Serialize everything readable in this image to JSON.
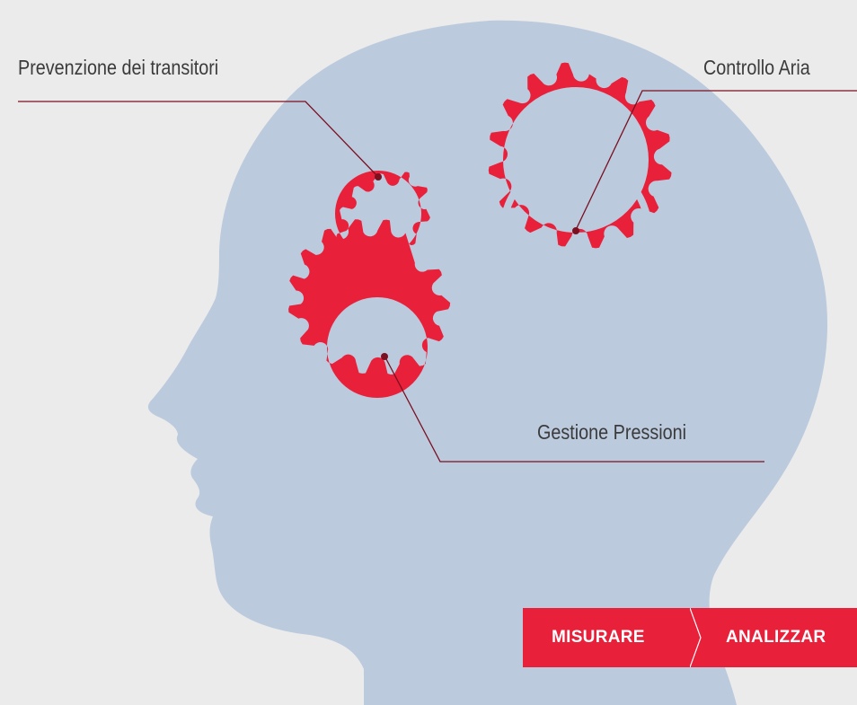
{
  "labels": {
    "prevention": "Prevenzione dei transitori",
    "air_control": "Controllo Aria",
    "pressure": "Gestione Pressioni"
  },
  "steps": [
    {
      "label": "MISURARE"
    },
    {
      "label": "ANALIZZAR"
    }
  ],
  "colors": {
    "background": "#ebebeb",
    "head": "#bccade",
    "gear": "#e8203a",
    "leader_line": "#7a1020",
    "text": "#3b3b3b",
    "step_bar": "#e8203a",
    "step_text": "#ffffff"
  }
}
